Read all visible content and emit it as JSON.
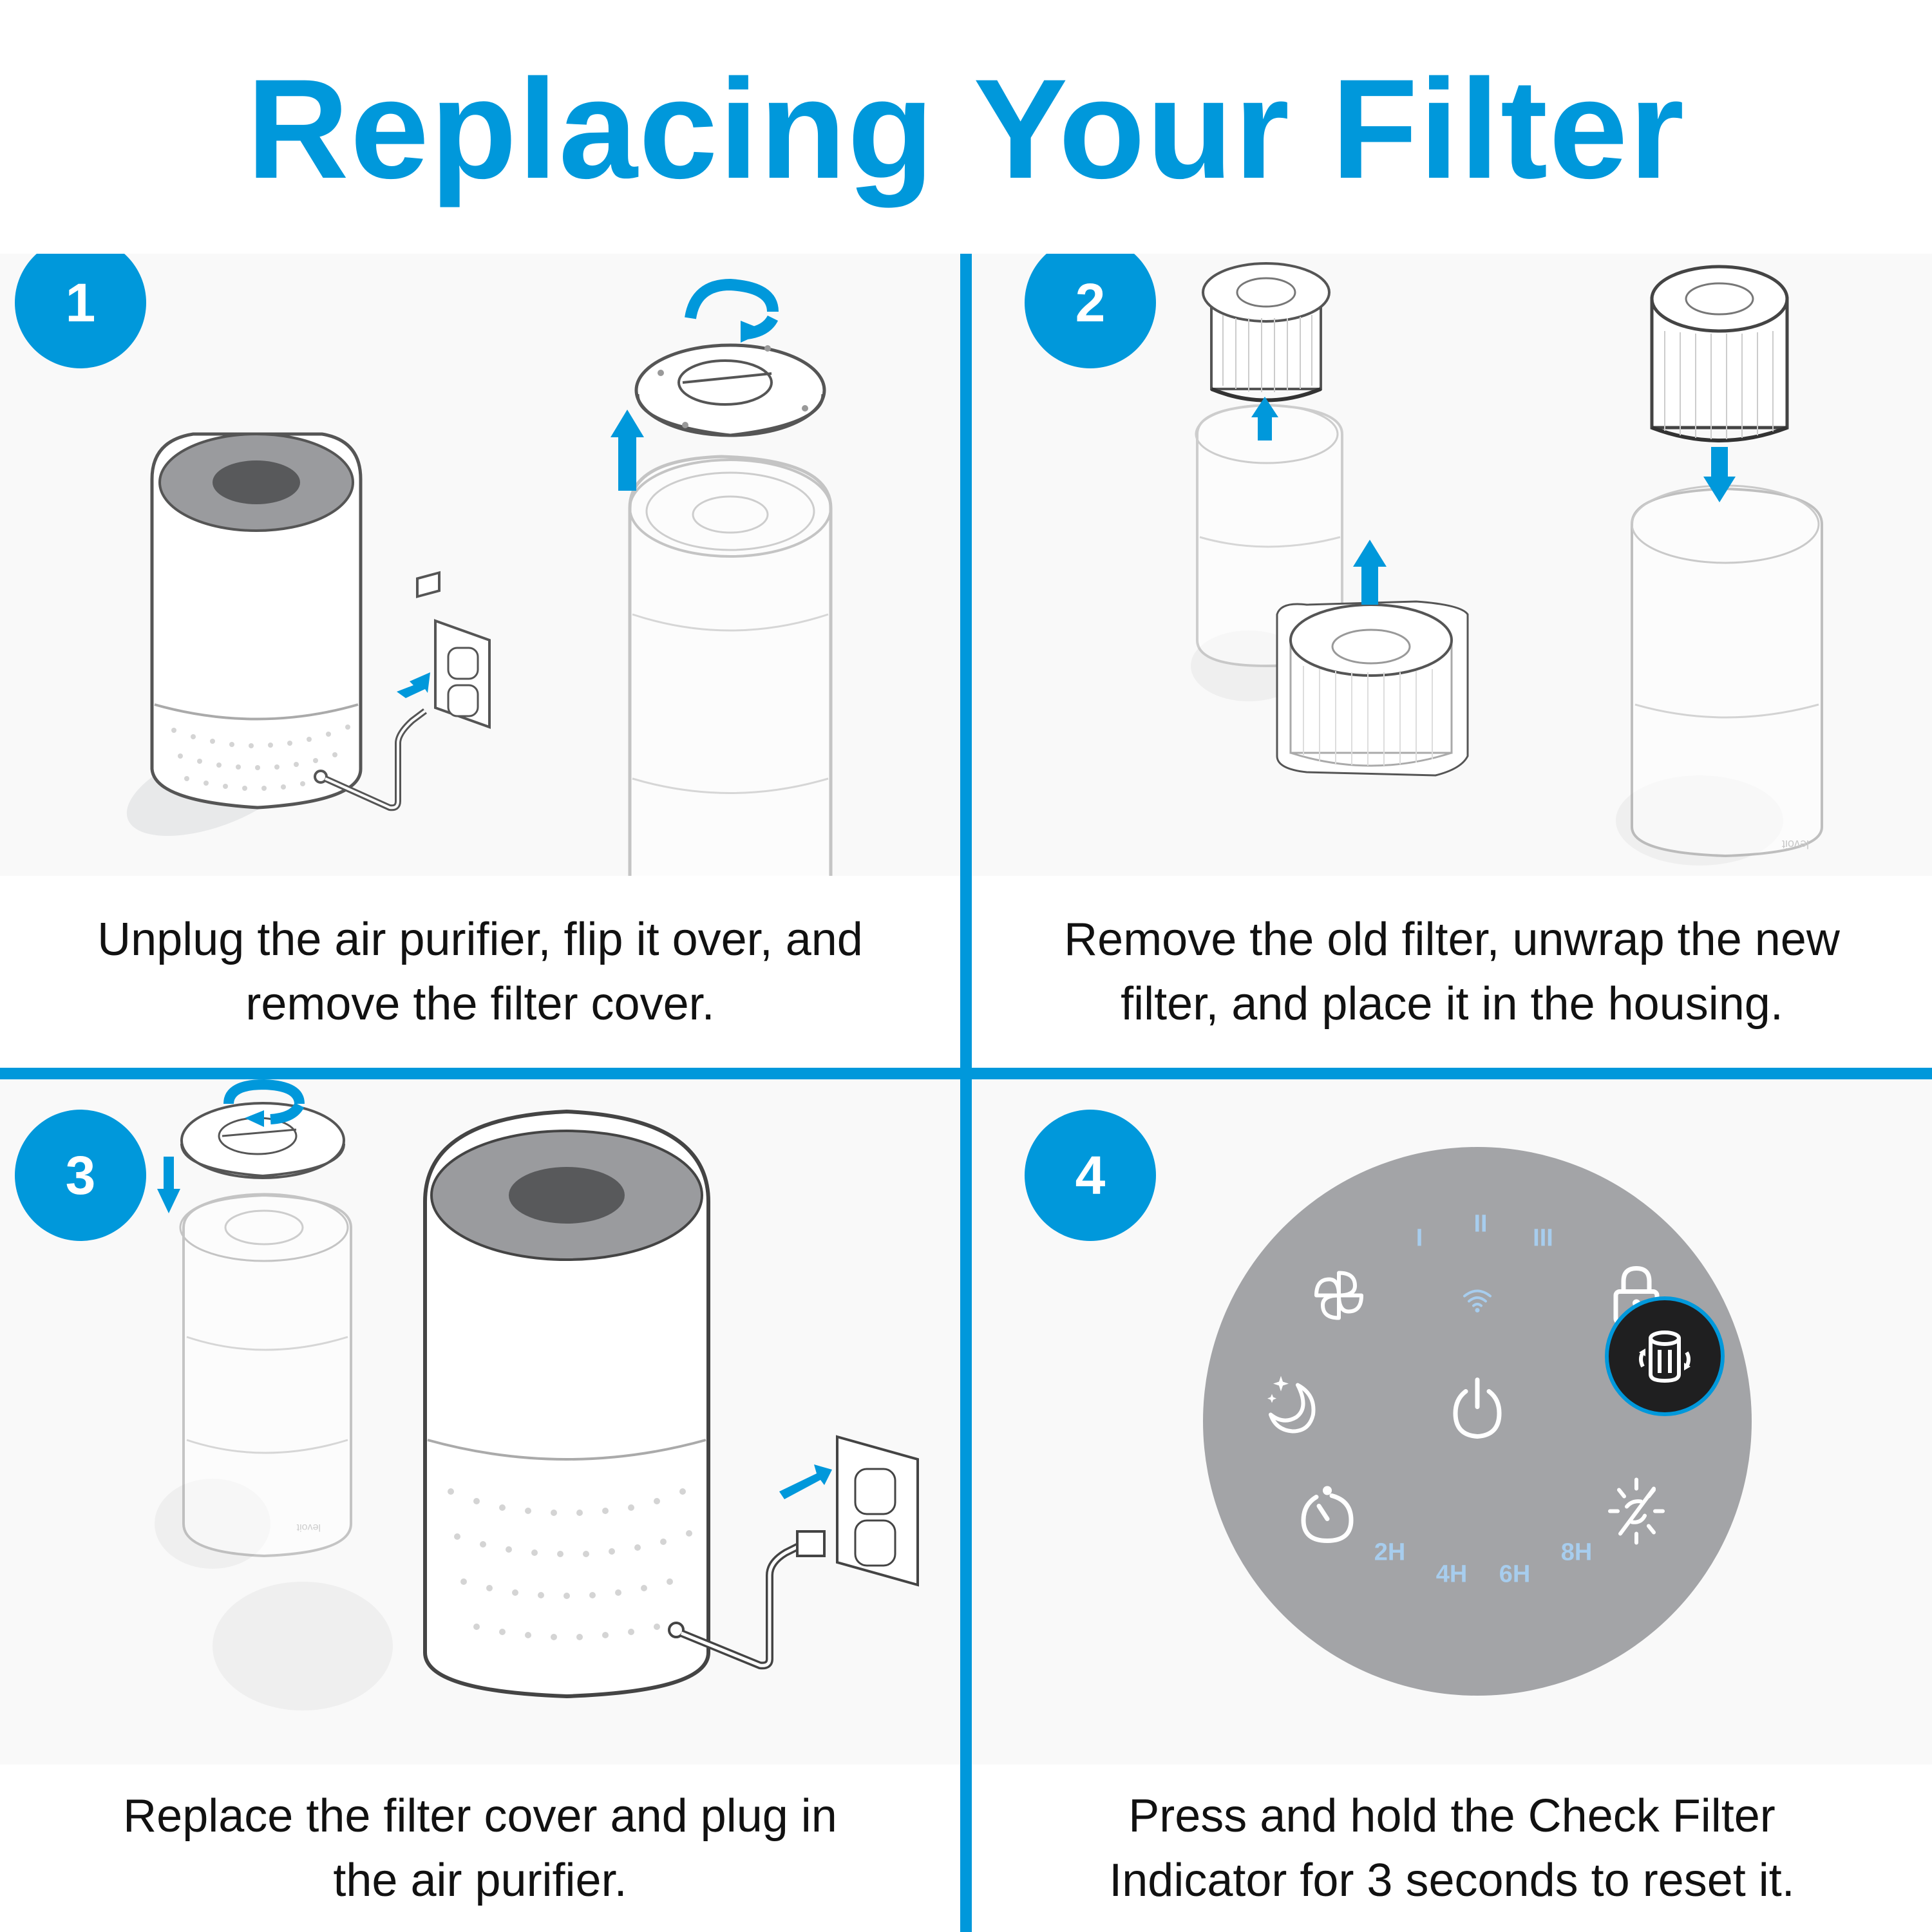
{
  "colors": {
    "brand_blue": "#0098DB",
    "panel_bg": "#F9F9F9",
    "caption_bg": "#FFFFFF",
    "text": "#111111",
    "dial_bg": "#A3A4A7",
    "dial_blue_label": "#A7CDEE",
    "filter_button_bg": "#1F1F20"
  },
  "header": {
    "title": "Replacing Your Filter"
  },
  "steps": [
    {
      "number": "1",
      "caption_line1": "Unplug the air purifier, flip it over, and",
      "caption_line2": "remove the filter cover.",
      "illustration": "purifier-unplug-and-remove-cover",
      "icons": [
        "rotate-counterclockwise-arrow-icon",
        "arrow-up-icon",
        "arrow-unplug-icon",
        "wall-outlet-icon"
      ]
    },
    {
      "number": "2",
      "caption_line1": "Remove the old filter, unwrap the new",
      "caption_line2": "filter, and place it in the housing.",
      "illustration": "filter-swap",
      "icons": [
        "arrow-up-icon",
        "arrow-up-icon",
        "arrow-down-icon"
      ],
      "brand_mark": "levoit"
    },
    {
      "number": "3",
      "caption_line1": "Replace the filter cover and plug in",
      "caption_line2": "the air purifier.",
      "illustration": "replace-cover-and-plug-in",
      "icons": [
        "rotate-clockwise-arrow-icon",
        "arrow-down-icon",
        "arrow-plug-in-icon",
        "wall-outlet-icon"
      ],
      "brand_mark": "levoit"
    },
    {
      "number": "4",
      "caption_line1": "Press and hold the Check Filter",
      "caption_line2": "Indicator for 3 seconds to reset it.",
      "illustration": "control-panel-dial"
    }
  ],
  "control_panel": {
    "fan_levels": [
      "I",
      "II",
      "III"
    ],
    "timer_labels": [
      "2H",
      "4H",
      "6H",
      "8H"
    ],
    "buttons": [
      {
        "name": "fan-speed",
        "icon": "fan-icon"
      },
      {
        "name": "wifi-indicator",
        "icon": "wifi-icon"
      },
      {
        "name": "lock",
        "icon": "lock-icon"
      },
      {
        "name": "sleep-mode",
        "icon": "moon-stars-icon"
      },
      {
        "name": "power",
        "icon": "power-icon"
      },
      {
        "name": "check-filter",
        "icon": "filter-reset-icon",
        "highlighted": true
      },
      {
        "name": "timer",
        "icon": "timer-icon"
      },
      {
        "name": "display-off",
        "icon": "light-off-icon"
      }
    ]
  }
}
